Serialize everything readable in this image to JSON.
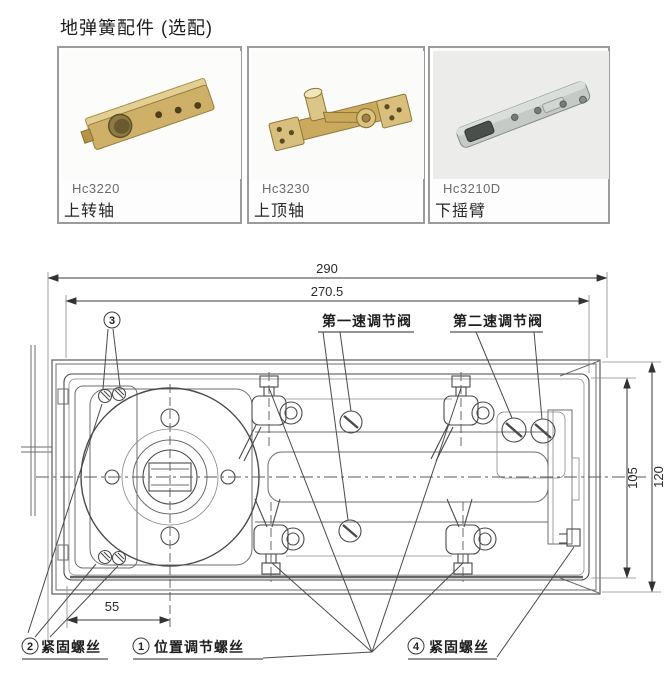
{
  "page_title": "地弹簧配件 (选配)",
  "products": [
    {
      "code": "Hc3220",
      "name": "上转轴"
    },
    {
      "code": "Hc3230",
      "name": "上顶轴"
    },
    {
      "code": "Hc3210D",
      "name": "下摇臂"
    }
  ],
  "drawing": {
    "dims": {
      "width_total": "290",
      "width_inner": "270.5",
      "height_inner": "105",
      "height_total": "120",
      "center_offset": "55"
    },
    "callouts": {
      "c3": {
        "num": "3"
      },
      "valve1": "第一速调节阀",
      "valve2": "第二速调节阀",
      "c2": {
        "num": "2",
        "text": "紧固螺丝"
      },
      "c1": {
        "num": "1",
        "text": "位置调节螺丝"
      },
      "c4": {
        "num": "4",
        "text": "紧固螺丝"
      }
    }
  },
  "colors": {
    "line": "#4a4a4a",
    "brass": "#c9aa5e",
    "steel": "#c4c8c4"
  }
}
